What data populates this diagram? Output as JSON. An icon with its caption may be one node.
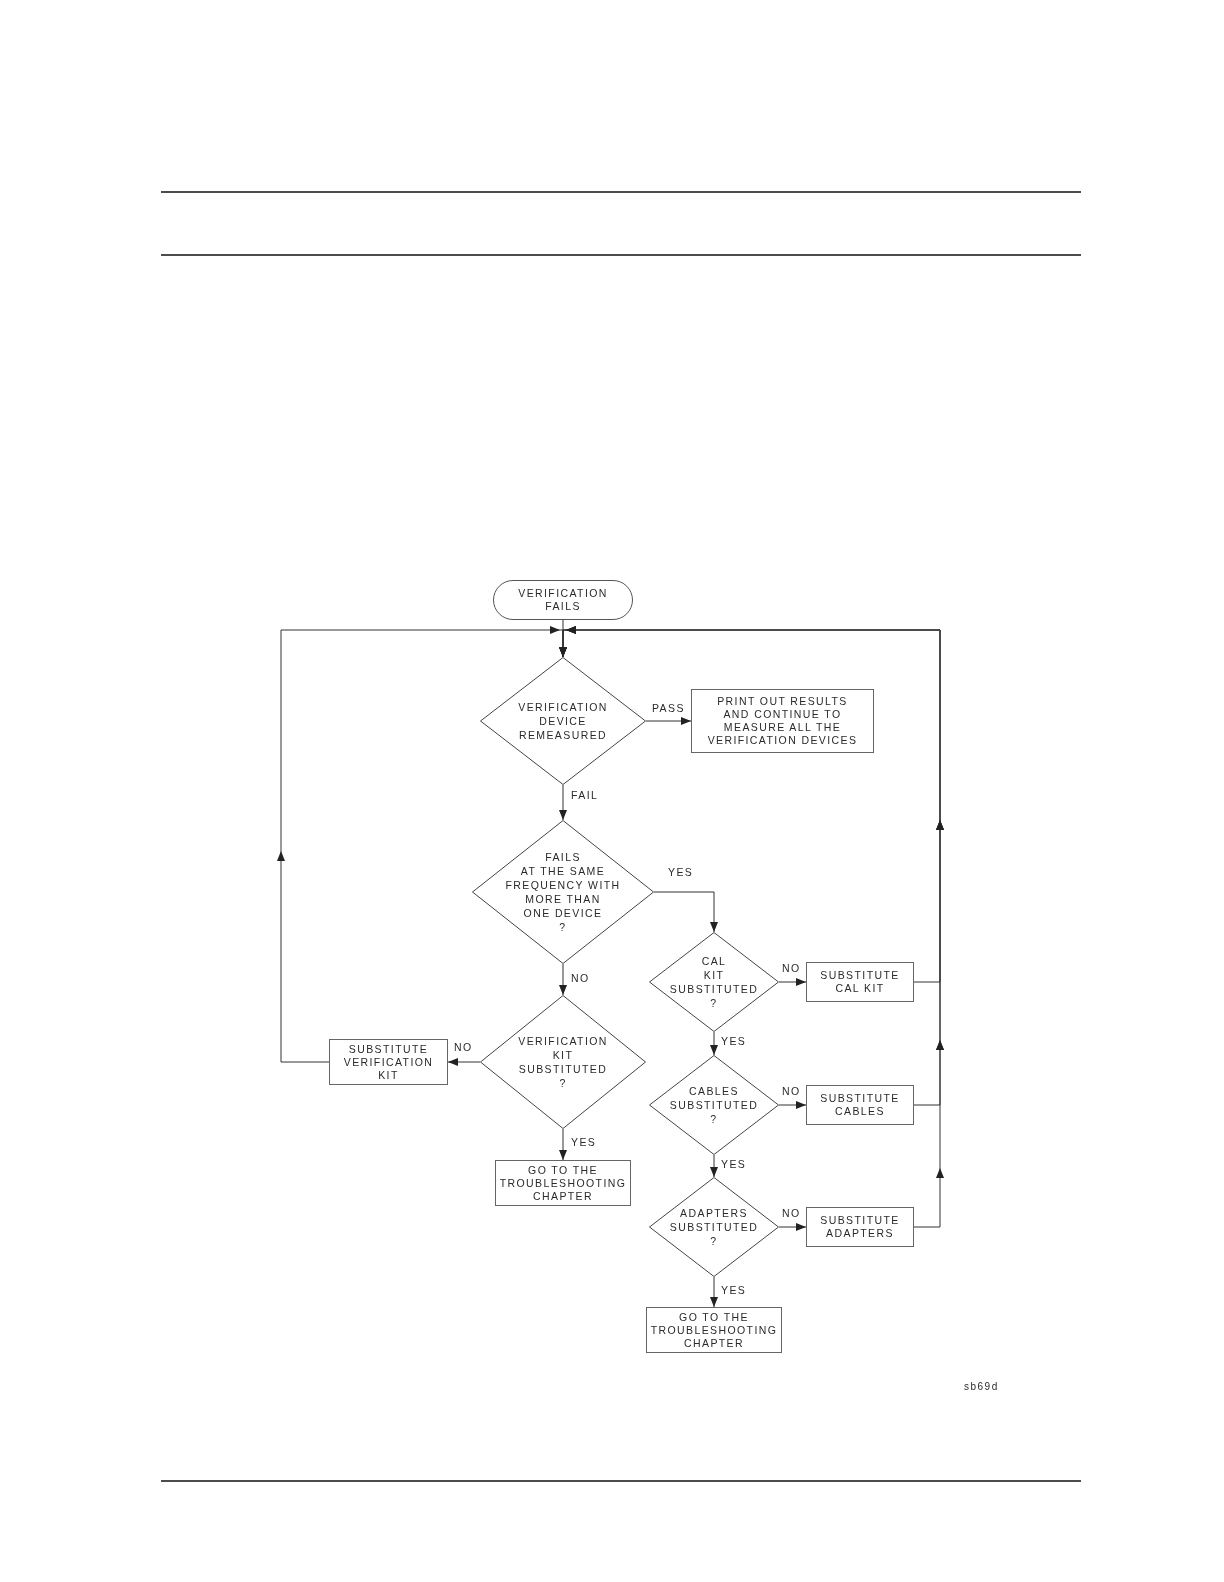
{
  "diagram": {
    "nodes": [
      {
        "text": [
          "VERIFICATION FAILS"
        ]
      },
      {
        "text": [
          "VERIFICATION DEVICE REMEASURED"
        ]
      },
      {
        "text": [
          "PRINT OUT RESULTS AND CONTINUE TO MEASURE ALL THE VERIFICATION DEVICES"
        ]
      },
      {
        "text": [
          "FAILS AT THE SAME FREQUENCY WITH MORE THAN ONE DEVICE ?"
        ]
      },
      {
        "text": [
          "CAL KIT SUBSTITUTED ?"
        ]
      },
      {
        "text": [
          "SUBSTITUTE CAL KIT"
        ]
      },
      {
        "text": [
          "VERIFICATION KIT SUBSTITUTED ?"
        ]
      },
      {
        "text": [
          "SUBSTITUTE VERIFICATION KIT"
        ]
      },
      {
        "text": [
          "CABLES SUBSTITUTED ?"
        ]
      },
      {
        "text": [
          "SUBSTITUTE CABLES"
        ]
      },
      {
        "text": [
          "GO TO THE TROUBLESHOOTING CHAPTER"
        ]
      },
      {
        "text": [
          "ADAPTERS SUBSTITUTED ?"
        ]
      },
      {
        "text": [
          "SUBSTITUTE ADAPTERS"
        ]
      },
      {
        "text": [
          "GO TO THE TROUBLESHOOTING CHAPTER"
        ]
      }
    ],
    "edges": [
      {
        "from": 0,
        "to": 1,
        "arrow": "to"
      },
      {
        "from": 1,
        "to": 2,
        "arrow": "to",
        "label": "PASS"
      },
      {
        "from": 1,
        "to": 3,
        "arrow": "to",
        "label": "FAIL"
      },
      {
        "from": 3,
        "to": 4,
        "arrow": "to",
        "label": "YES"
      },
      {
        "from": 3,
        "to": 6,
        "arrow": "to",
        "label": "NO"
      },
      {
        "from": 4,
        "to": 5,
        "arrow": "to",
        "label": "NO"
      },
      {
        "from": 4,
        "to": 8,
        "arrow": "to",
        "label": "YES"
      },
      {
        "from": 6,
        "to": 7,
        "arrow": "to",
        "label": "NO"
      },
      {
        "from": 6,
        "to": 10,
        "arrow": "to",
        "label": "YES"
      },
      {
        "from": 7,
        "to": 1,
        "arrow": "to"
      },
      {
        "from": 8,
        "to": 9,
        "arrow": "to",
        "label": "NO"
      },
      {
        "from": 8,
        "to": 11,
        "arrow": "to",
        "label": "YES"
      },
      {
        "from": 5,
        "to": 1,
        "arrow": "to"
      },
      {
        "from": 9,
        "to": 1,
        "arrow": "to"
      },
      {
        "from": 11,
        "to": 12,
        "arrow": "to",
        "label": "NO"
      },
      {
        "from": 11,
        "to": 13,
        "arrow": "to",
        "label": "YES"
      },
      {
        "from": 12,
        "to": 1,
        "arrow": "to"
      }
    ],
    "labels": [
      "sb69d"
    ]
  }
}
